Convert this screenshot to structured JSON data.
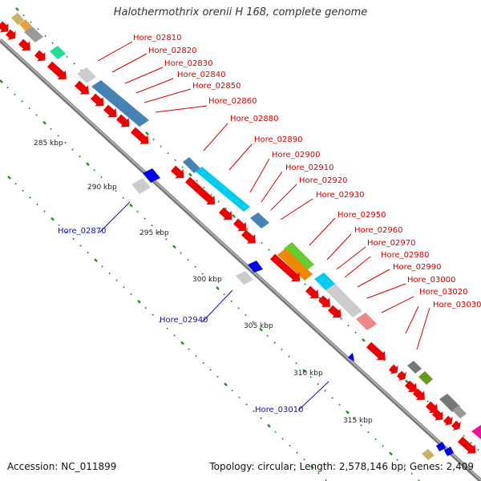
{
  "title": "Halothermothrix orenii H 168, complete genome",
  "accession": "Accession: NC_011899",
  "topology": "Topology: circular; Length: 2,578,146 bp; Genes: 2,409",
  "scale_labels": [
    "285 kbp",
    "290 kbp",
    "295 kbp",
    "300 kbp",
    "305 kbp",
    "310 kbp",
    "315 kbp"
  ],
  "genes_red": [
    "Hore_02810",
    "Hore_02820",
    "Hore_02830",
    "Hore_02840",
    "Hore_02850",
    "Hore_02860",
    "Hore_02880",
    "Hore_02890",
    "Hore_02900",
    "Hore_02910",
    "Hore_02920",
    "Hore_02930",
    "Hore_02950",
    "Hore_02960",
    "Hore_02970",
    "Hore_02980",
    "Hore_02990",
    "Hore_03000",
    "Hore_03020",
    "Hore_03030"
  ],
  "genes_blue": [
    "Hore_02870",
    "Hore_02940",
    "Hore_03010"
  ],
  "colors": {
    "forward_gene": "#ee0000",
    "reverse_gene": "#0000ee",
    "backbone": "#888888",
    "tick": "#228b22",
    "label_red": "#d40000",
    "label_blue": "#1010b0"
  }
}
